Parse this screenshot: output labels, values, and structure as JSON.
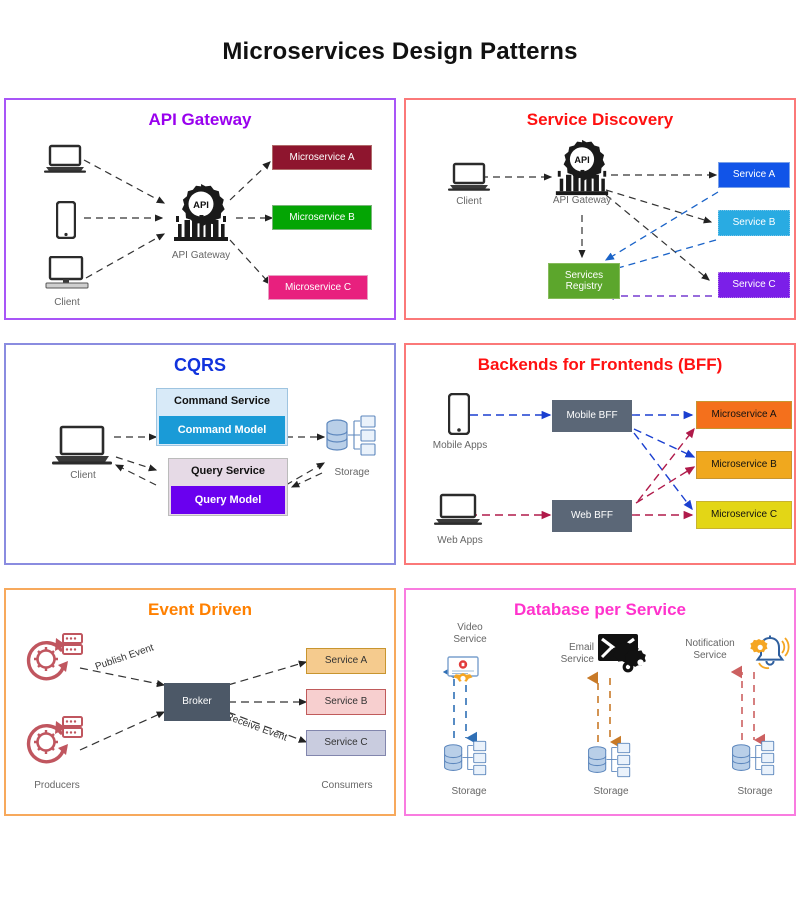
{
  "title": "Microservices Design Patterns",
  "panels": {
    "api_gateway": {
      "title": "API Gateway",
      "title_color": "#9900ee",
      "border_color": "#a855f7",
      "client_label": "Client",
      "gateway_label": "API Gateway",
      "gateway_icon": "api-gateway-icon",
      "client_icons": [
        "laptop-icon",
        "mobile-phone-icon",
        "desktop-monitor-icon"
      ],
      "services": [
        {
          "label": "Microservice A",
          "color": "#8e152e"
        },
        {
          "label": "Microservice B",
          "color": "#04a504"
        },
        {
          "label": "Microservice C",
          "color": "#e8207e"
        }
      ]
    },
    "service_discovery": {
      "title": "Service Discovery",
      "title_color": "#ff1111",
      "border_color": "#fb7979",
      "client_label": "Client",
      "client_icon": "laptop-icon",
      "gateway_label": "API Gateway",
      "gateway_icon": "api-gateway-icon",
      "registry_label": "Services Registry",
      "registry_color": "#5ca62c",
      "services": [
        {
          "label": "Service A",
          "color": "#1154e8"
        },
        {
          "label": "Service B",
          "color": "#29abe2"
        },
        {
          "label": "Service C",
          "color": "#7b1fe8"
        }
      ]
    },
    "cqrs": {
      "title": "CQRS",
      "title_color": "#1133dd",
      "border_color": "#8a8ce0",
      "client_label": "Client",
      "client_icon": "laptop-icon",
      "storage_label": "Storage",
      "storage_icon": "database-storage-icon",
      "boxes": [
        {
          "label": "Command Service",
          "color": "#d8eaf8"
        },
        {
          "label": "Command Model",
          "color": "#1a9bd7"
        },
        {
          "label": "Query Service",
          "color": "#e6dae6"
        },
        {
          "label": "Query Model",
          "color": "#6a00ef"
        }
      ]
    },
    "bff": {
      "title": "Backends for Frontends (BFF)",
      "title_color": "#ff1111",
      "border_color": "#fb7979",
      "sources": [
        {
          "label": "Mobile Apps",
          "icon": "mobile-phone-icon"
        },
        {
          "label": "Web Apps",
          "icon": "laptop-icon"
        }
      ],
      "bffs": [
        {
          "label": "Mobile BFF",
          "color": "#5b6777"
        },
        {
          "label": "Web BFF",
          "color": "#5b6777"
        }
      ],
      "services": [
        {
          "label": "Microservice A",
          "color": "#f4701c"
        },
        {
          "label": "Microservice B",
          "color": "#f0a81e"
        },
        {
          "label": "Microservice C",
          "color": "#e3d616"
        }
      ]
    },
    "event_driven": {
      "title": "Event Driven",
      "title_color": "#ff8000",
      "border_color": "#f7a95c",
      "producers_label": "Producers",
      "consumers_label": "Consumers",
      "producer_icon": "server-refresh-gear-icon",
      "broker_label": "Broker",
      "broker_color": "#4c5867",
      "edge_publish": "Publish Event",
      "edge_receive": "Receive Event",
      "services": [
        {
          "label": "Service A",
          "color": "#f5cb8e"
        },
        {
          "label": "Service B",
          "color": "#f7cfcf"
        },
        {
          "label": "Service C",
          "color": "#c9ccdf"
        }
      ]
    },
    "database_per_service": {
      "title": "Database per Service",
      "title_color": "#ff33cc",
      "border_color": "#f97ce0",
      "columns": [
        {
          "service_label": "Video\nService",
          "icon": "video-player-gear-icon",
          "storage_label": "Storage",
          "arrow_color": "#2f6fb5"
        },
        {
          "service_label": "Email\nService",
          "icon": "email-gears-icon",
          "storage_label": "Storage",
          "arrow_color": "#c87a28"
        },
        {
          "service_label": "Notification\nService",
          "icon": "notification-bell-gear-icon",
          "storage_label": "Storage",
          "arrow_color": "#cc6060"
        }
      ],
      "storage_icon": "database-storage-icon"
    }
  }
}
